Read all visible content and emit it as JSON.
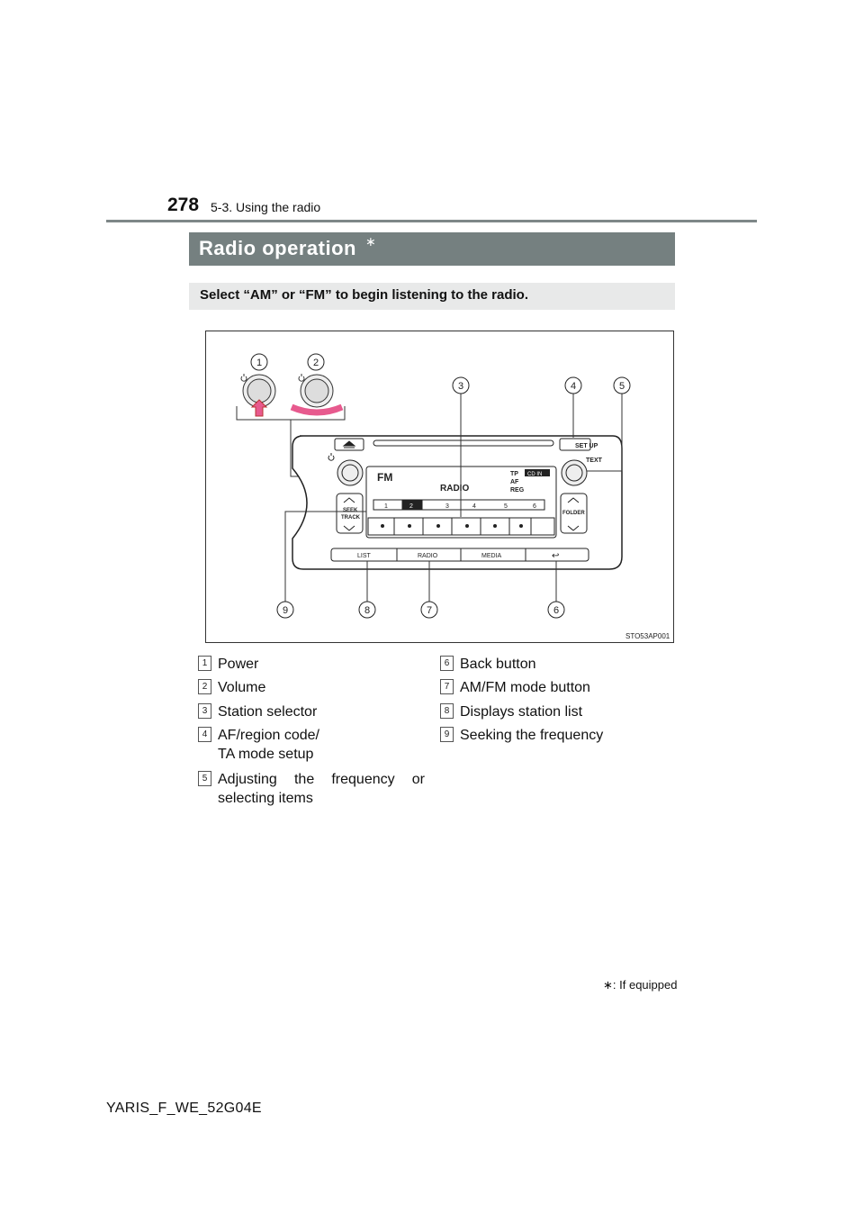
{
  "header": {
    "page_number": "278",
    "section": "5-3. Using the radio"
  },
  "title": {
    "text": "Radio operation",
    "mark": "∗"
  },
  "intro": "Select “AM” or “FM” to begin listening to the radio.",
  "figure": {
    "code": "STO53AP001",
    "callouts": [
      "1",
      "2",
      "3",
      "4",
      "5",
      "6",
      "7",
      "8",
      "9"
    ],
    "unit_labels": {
      "setup": "SET UP",
      "text": "TEXT",
      "seek": "SEEK",
      "track": "TRACK",
      "folder": "FOLDER",
      "list": "LIST",
      "radio": "RADIO",
      "media": "MEDIA",
      "display_band": "FM",
      "display_mode": "RADIO",
      "display_tp": "TP",
      "display_af": "AF",
      "display_reg": "REG",
      "display_cdin": "CD IN",
      "presets": [
        "1",
        "2",
        "3",
        "4",
        "5",
        "6"
      ]
    }
  },
  "legend_left": [
    {
      "num": "1",
      "text": "Power"
    },
    {
      "num": "2",
      "text": "Volume"
    },
    {
      "num": "3",
      "text": "Station selector"
    },
    {
      "num": "4",
      "text": "AF/region code/",
      "text2": "TA mode setup"
    },
    {
      "num": "5",
      "text": "Adjusting the frequency or",
      "text2": "selecting items"
    }
  ],
  "legend_right": [
    {
      "num": "6",
      "text": "Back button"
    },
    {
      "num": "7",
      "text": "AM/FM mode button"
    },
    {
      "num": "8",
      "text": "Displays station list"
    },
    {
      "num": "9",
      "text": "Seeking the frequency"
    }
  ],
  "footnote": {
    "mark": "∗",
    "text": ": If equipped"
  },
  "footer_code": "YARIS_F_WE_52G04E"
}
